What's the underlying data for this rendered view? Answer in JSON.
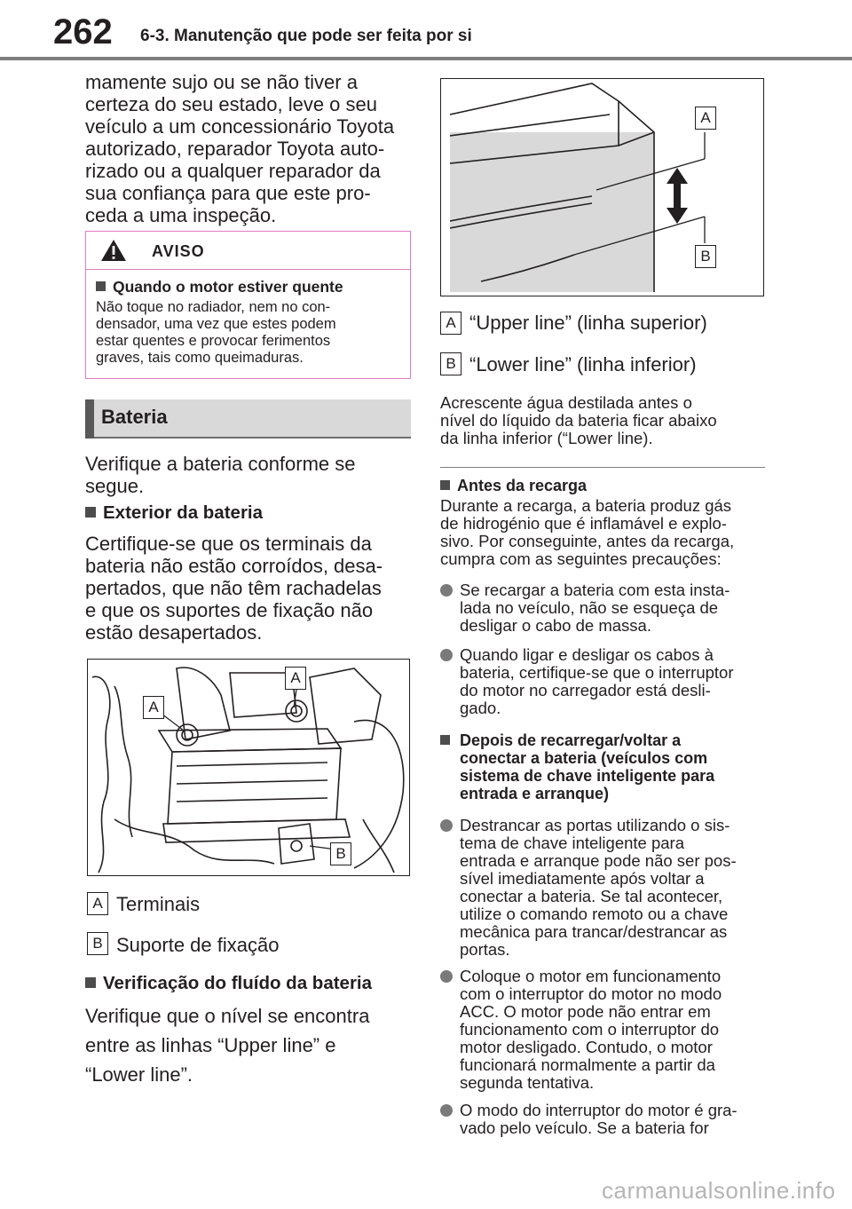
{
  "header": {
    "page_number": "262",
    "section_title": "6-3. Manutenção que pode ser feita por si"
  },
  "left": {
    "intro": "mamente sujo ou se não tiver a certeza do seu estado, leve o seu veículo a um concessionário Toyota autorizado, reparador Toyota auto-rizado ou a qualquer reparador da sua confiança para que este pro-ceda a uma inspeção.",
    "intro_lines": [
      "mamente sujo ou se não tiver a",
      "certeza do seu estado, leve o seu",
      "veículo a um concessionário Toyota",
      "autorizado, reparador Toyota auto-",
      "rizado ou a qualquer reparador da",
      "sua confiança para que este pro-",
      "ceda a uma inspeção."
    ],
    "warning": {
      "title": "AVISO",
      "subtitle": "Quando o motor estiver quente",
      "text_lines": [
        "Não toque no radiador, nem no con-",
        "densador, uma vez que estes podem",
        "estar quentes e provocar ferimentos",
        "graves, tais como queimaduras."
      ]
    },
    "section_heading": "Bateria",
    "check_text_lines": [
      "Verifique a bateria conforme se",
      "segue."
    ],
    "exterior_heading": "Exterior da bateria",
    "exterior_lines": [
      "Certifique-se que os terminais da",
      "bateria não estão corroídos, desa-",
      "pertados, que não têm rachadelas",
      "e que os suportes de fixação não",
      "estão desapertados."
    ],
    "figure_labels": {
      "a": "A",
      "b": "B"
    },
    "legend": [
      {
        "key": "A",
        "text": "Terminais"
      },
      {
        "key": "B",
        "text": "Suporte de fixação"
      }
    ],
    "fluid_heading": "Verificação do fluído da bateria",
    "fluid_lines": [
      "Verifique que o nível se encontra",
      "entre as linhas “Upper line” e",
      "“Lower line”."
    ]
  },
  "right": {
    "figure_labels": {
      "a": "A",
      "b": "B"
    },
    "legend": [
      {
        "key": "A",
        "text": "“Upper line” (linha superior)"
      },
      {
        "key": "B",
        "text": "“Lower line” (linha inferior)"
      }
    ],
    "water_lines": [
      "Acrescente água destilada antes o",
      "nível do líquido da bateria ficar abaixo",
      "da linha inferior (“Lower line)."
    ],
    "before_heading": "Antes da recarga",
    "before_lines": [
      "Durante a recarga, a bateria produz gás",
      "de hidrogénio que é inflamável e explo-",
      "sivo. Por conseguinte, antes da recarga,",
      "cumpra com as seguintes precauções:"
    ],
    "before_bullets": [
      [
        "Se recargar a bateria com esta insta-",
        "lada no veículo, não se esqueça de",
        "desligar o cabo de massa."
      ],
      [
        "Quando ligar e desligar os cabos à",
        "bateria, certifique-se que o interruptor",
        "do motor no carregador está desli-",
        "gado."
      ]
    ],
    "after_heading_lines": [
      "Depois de recarregar/voltar a",
      "conectar a bateria (veículos com",
      "sistema de chave inteligente para",
      "entrada e arranque)"
    ],
    "after_bullets": [
      [
        "Destrancar as portas utilizando o sis-",
        "tema de chave inteligente para",
        "entrada e arranque pode não ser pos-",
        "sível imediatamente após voltar a",
        "conectar a bateria. Se tal acontecer,",
        "utilize o comando remoto ou a chave",
        "mecânica para trancar/destrancar as",
        "portas."
      ],
      [
        "Coloque o motor em funcionamento",
        "com o interruptor do motor no modo",
        "ACC. O motor pode não entrar em",
        "funcionamento com o interruptor do",
        "motor desligado. Contudo, o motor",
        "funcionará normalmente a partir da",
        "segunda tentativa."
      ],
      [
        "O modo do interruptor do motor é gra-",
        "vado pelo veículo. Se a bateria for"
      ]
    ]
  },
  "footer": {
    "watermark": "carmanualsonline.info"
  }
}
